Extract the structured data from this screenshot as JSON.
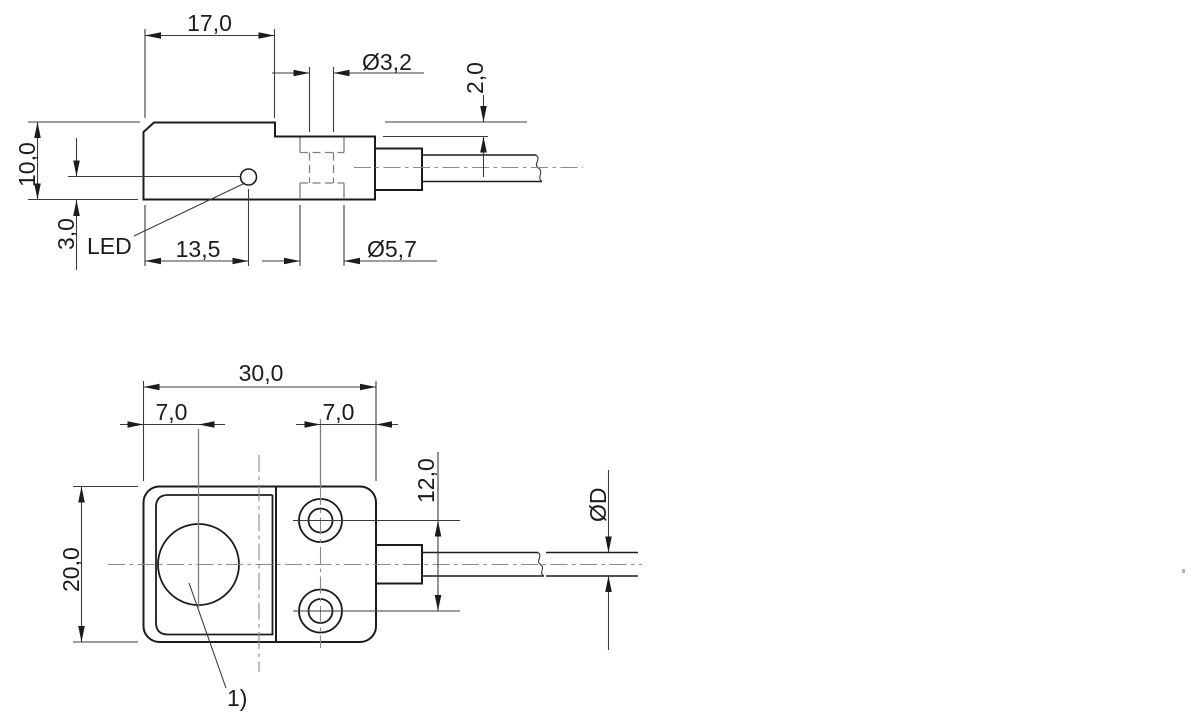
{
  "side_view": {
    "dim_width_top": "17,0",
    "dim_hole_dia": "Ø3,2",
    "dim_step": "2,0",
    "dim_height": "10,0",
    "dim_led_height": "3,0",
    "led_label": "LED",
    "dim_led_offset": "13,5",
    "dim_counterbore_dia": "Ø5,7"
  },
  "front_view": {
    "dim_width": "30,0",
    "dim_offset_left": "7,0",
    "dim_offset_right": "7,0",
    "dim_height": "20,0",
    "dim_hole_spacing": "12,0",
    "dim_cable_dia": "ØD",
    "footnote_ref": "1)"
  }
}
